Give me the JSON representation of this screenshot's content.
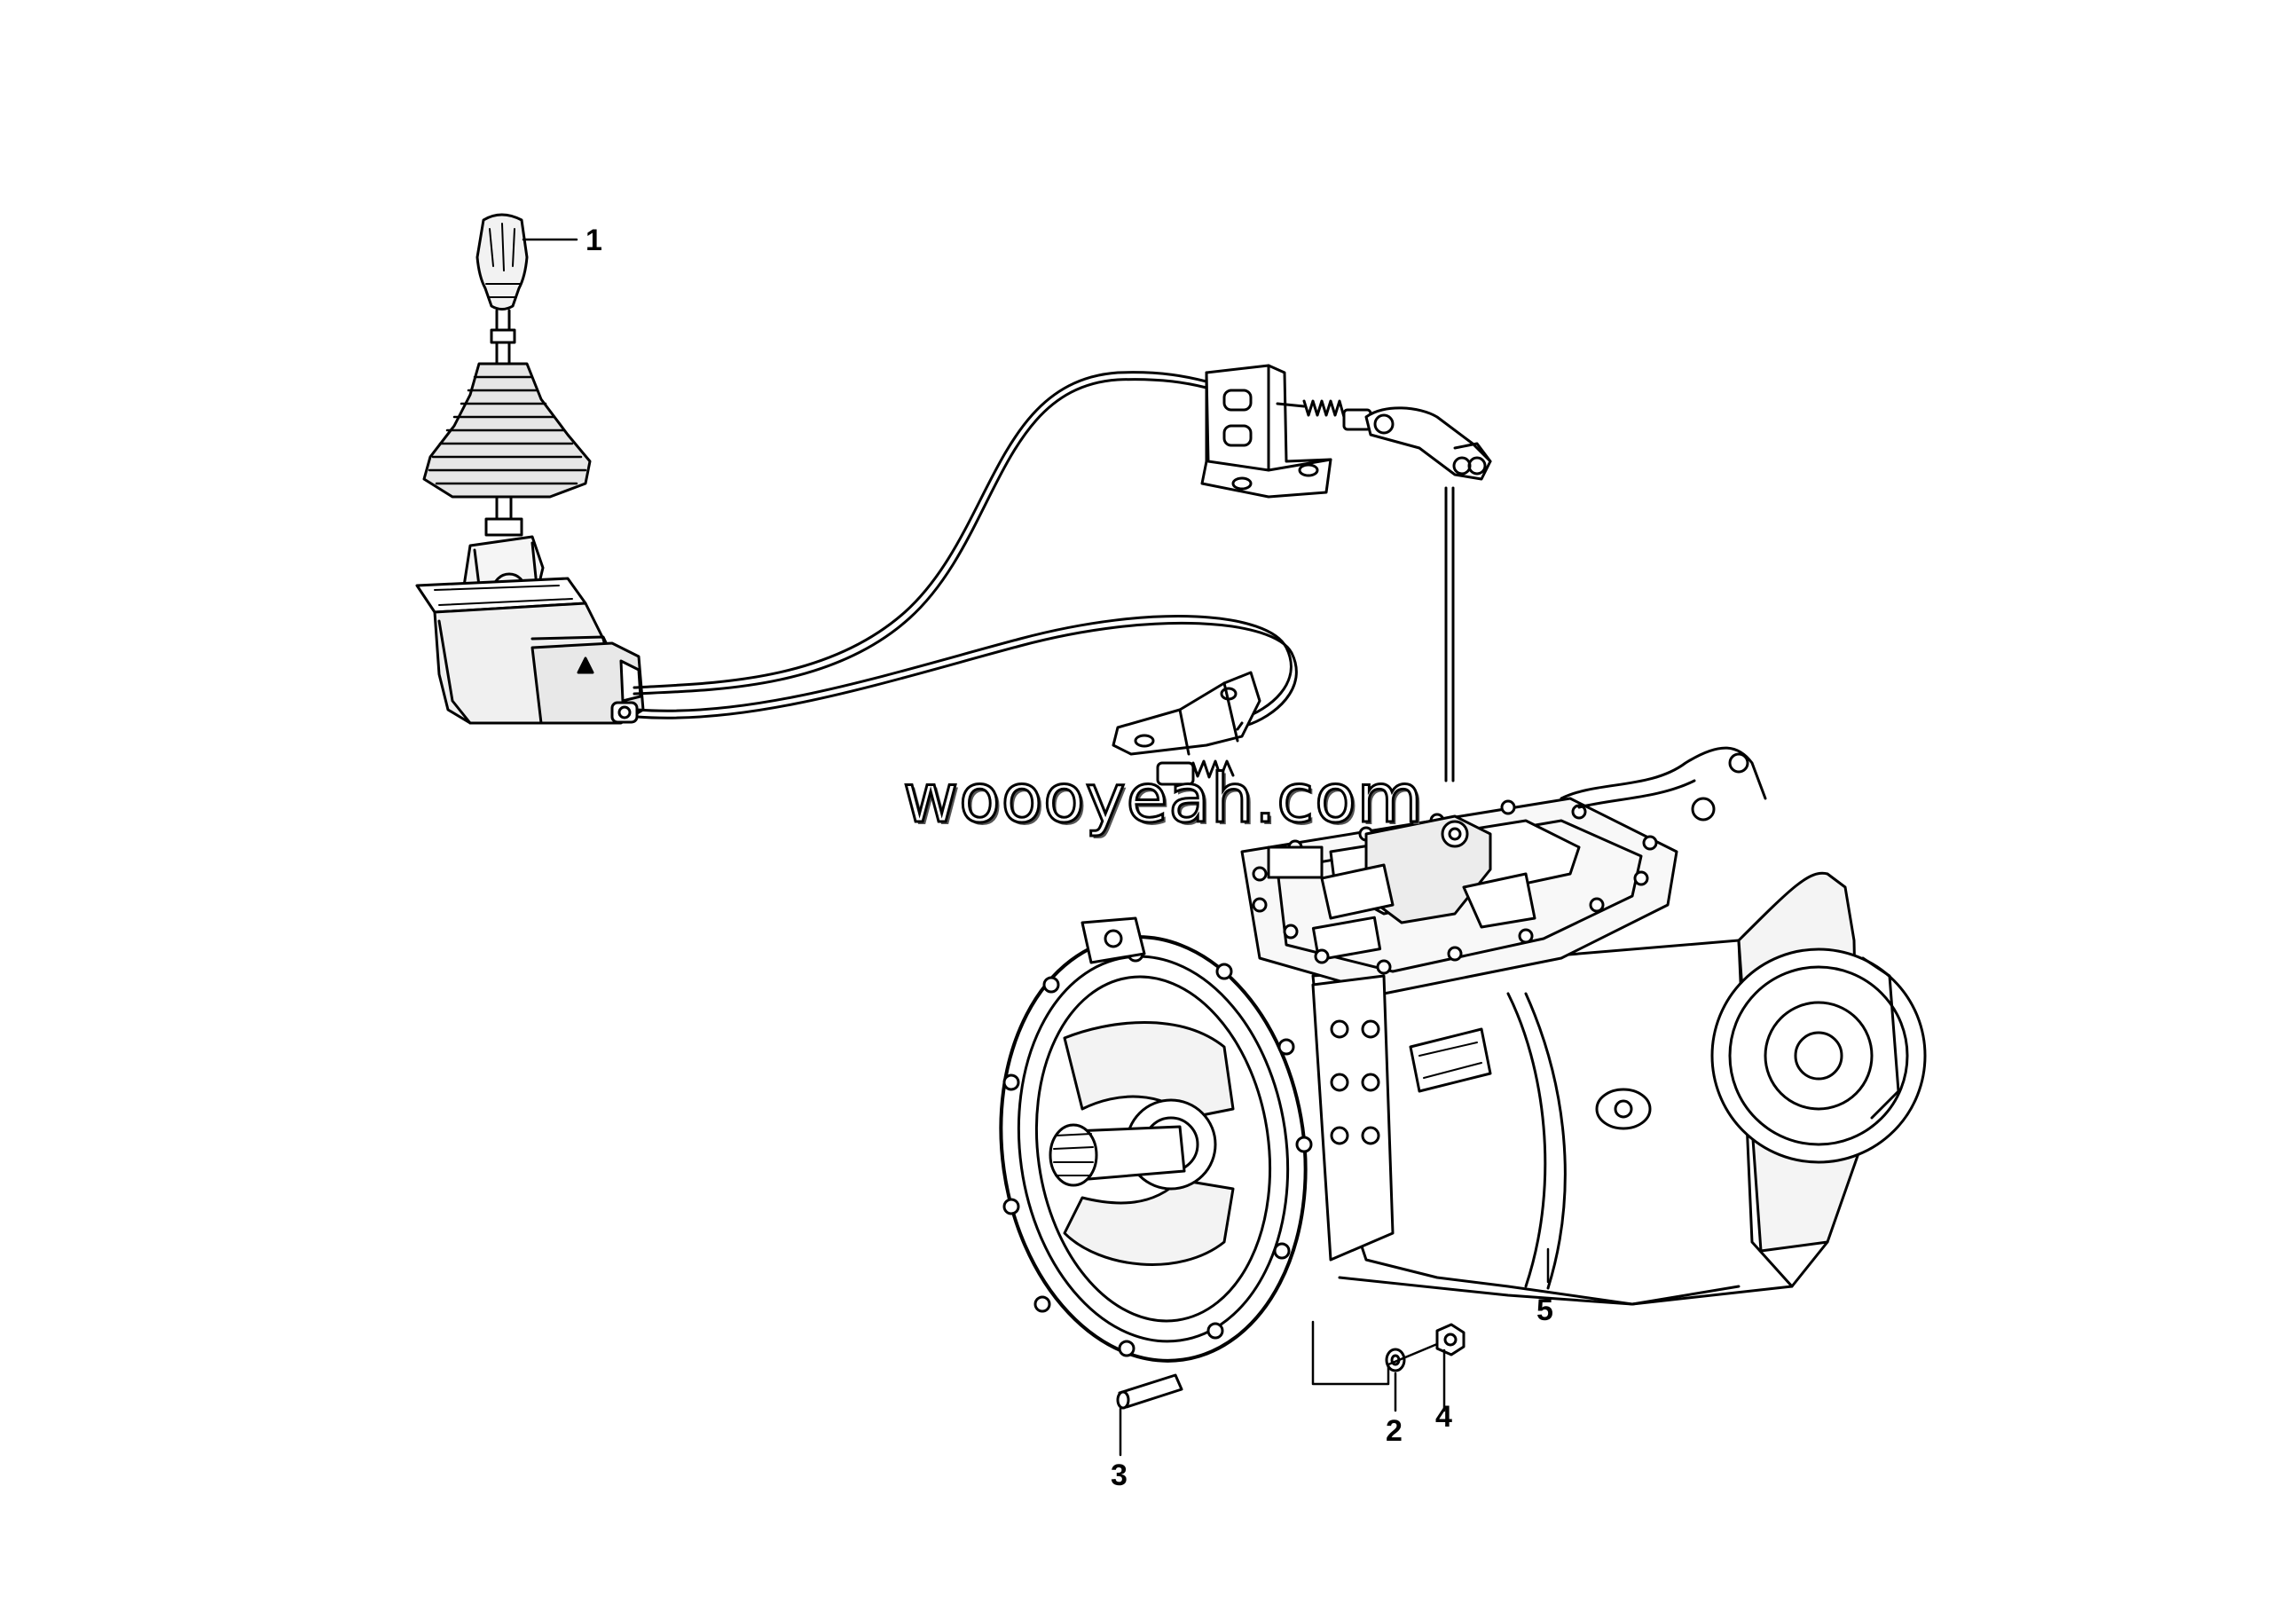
{
  "callouts": [
    {
      "id": "1",
      "label": "1"
    },
    {
      "id": "2",
      "label": "2"
    },
    {
      "id": "3",
      "label": "3"
    },
    {
      "id": "4",
      "label": "4"
    },
    {
      "id": "5",
      "label": "5"
    }
  ],
  "watermark": "woooyeah.com",
  "colors": {
    "line": "#000000",
    "background": "#ffffff",
    "shade": "#d9d9d9"
  }
}
